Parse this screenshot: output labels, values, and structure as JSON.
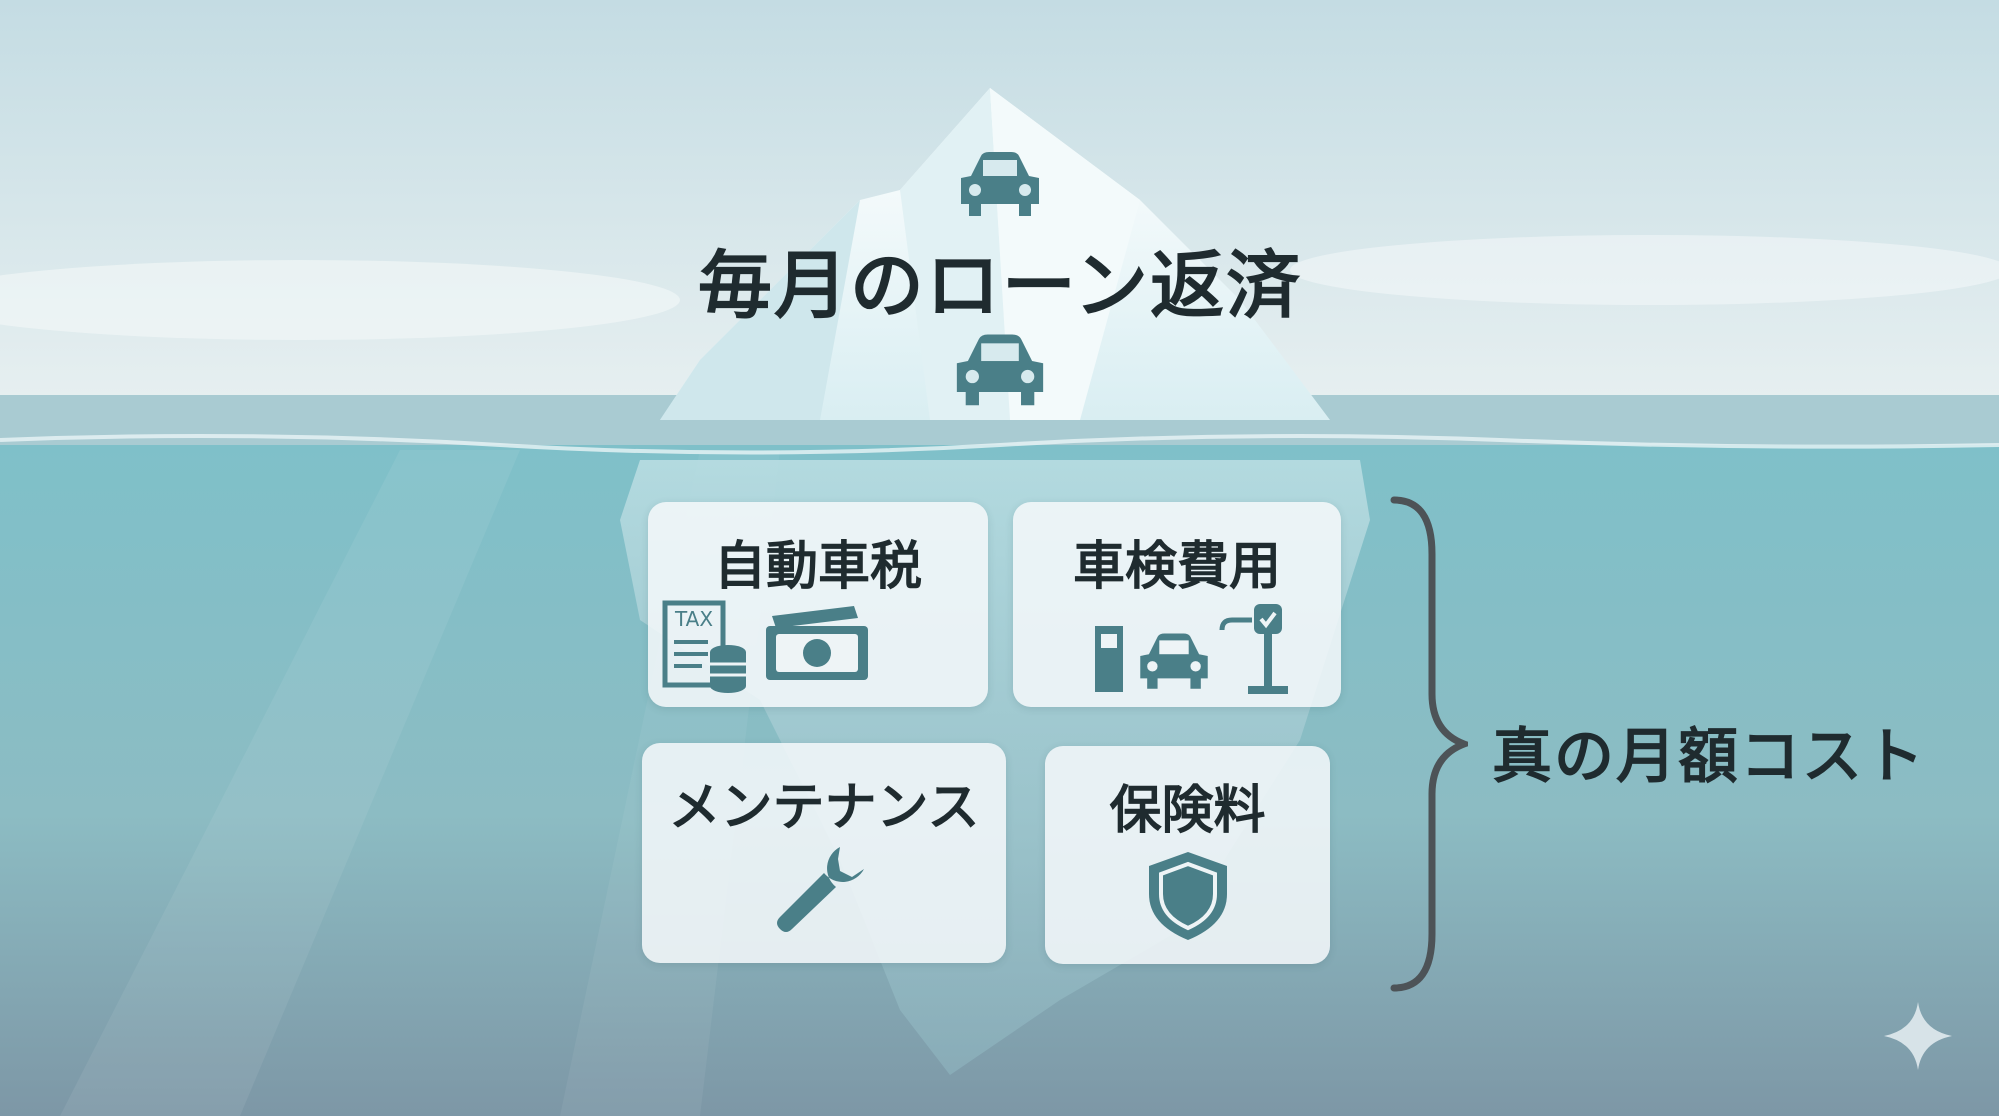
{
  "surface": {
    "title": "毎月のローン返済",
    "icons": [
      "car-icon",
      "car-icon"
    ]
  },
  "cards": [
    {
      "label": "自動車税",
      "icons": [
        "tax-document-icon",
        "coins-icon",
        "banknote-icon"
      ]
    },
    {
      "label": "車検費用",
      "icons": [
        "fuel-pump-icon",
        "car-icon",
        "inspection-gauge-icon"
      ]
    },
    {
      "label": "メンテナンス",
      "icons": [
        "wrench-icon"
      ]
    },
    {
      "label": "保険料",
      "icons": [
        "shield-icon"
      ]
    }
  ],
  "tax_badge": "TAX",
  "total_label": "真の月額コスト",
  "colors": {
    "icon": "#4a7f88",
    "text": "#1f2b2f",
    "bracket": "#4d5357"
  }
}
